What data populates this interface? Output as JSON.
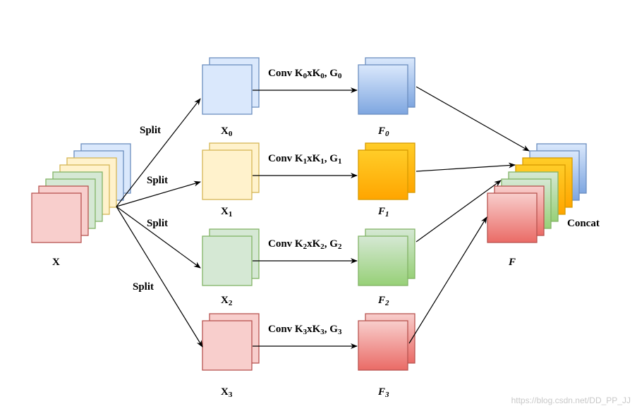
{
  "input": {
    "label": "X"
  },
  "split_labels": [
    "Split",
    "Split",
    "Split",
    "Split"
  ],
  "branches": [
    {
      "x_label": "X",
      "x_sub": "0",
      "conv": "Conv K",
      "k_sub": "0",
      "mid": "xK",
      "comma": ", G",
      "g_sub": "0",
      "f_label": "F",
      "f_sub": "0"
    },
    {
      "x_label": "X",
      "x_sub": "1",
      "conv": "Conv K",
      "k_sub": "1",
      "mid": "xK",
      "comma": ", G",
      "g_sub": "1",
      "f_label": "F",
      "f_sub": "1"
    },
    {
      "x_label": "X",
      "x_sub": "2",
      "conv": "Conv K",
      "k_sub": "2",
      "mid": "xK",
      "comma": ", G",
      "g_sub": "2",
      "f_label": "F",
      "f_sub": "2"
    },
    {
      "x_label": "X",
      "x_sub": "3",
      "conv": "Conv K",
      "k_sub": "3",
      "mid": "xK",
      "comma": ", G",
      "g_sub": "3",
      "f_label": "F",
      "f_sub": "3"
    }
  ],
  "output": {
    "label": "F",
    "concat_label": "Concat"
  },
  "watermark": "https://blog.csdn.net/DD_PP_JJ",
  "colors": {
    "blue": {
      "fill": "#dae8fc",
      "stroke": "#6c8ebf",
      "grad_end": "#7ea6e0"
    },
    "yellow": {
      "fill": "#fff2cc",
      "stroke": "#d6b656",
      "grad_top": "#ffcd28",
      "grad_end": "#ffa500"
    },
    "green": {
      "fill": "#d5e8d4",
      "stroke": "#82b366",
      "grad_end": "#97d077"
    },
    "red": {
      "fill": "#f8cecc",
      "stroke": "#b85450",
      "grad_end": "#ea6b66"
    }
  }
}
